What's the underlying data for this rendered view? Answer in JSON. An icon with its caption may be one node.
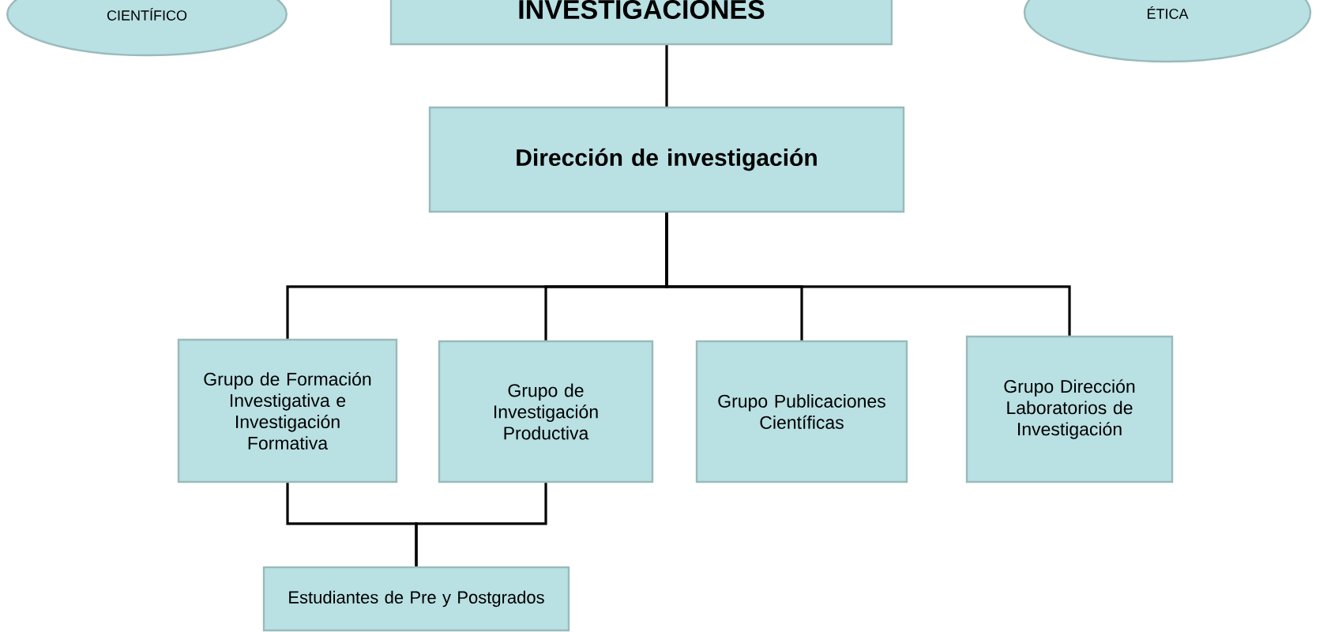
{
  "diagram": {
    "nodes": [
      {
        "text": [
          "CIENTÍFICO"
        ]
      },
      {
        "text": [
          "INVESTIGACIONES"
        ]
      },
      {
        "text": [
          "ÉTICA"
        ]
      },
      {
        "text": [
          "Dirección de investigación"
        ]
      },
      {
        "text": [
          "Grupo de Formación Investigativa e Investigación Formativa"
        ]
      },
      {
        "text": [
          "Grupo de Investigación Productiva"
        ]
      },
      {
        "text": [
          "Grupo Publicaciones Científicas"
        ]
      },
      {
        "text": [
          "Grupo Dirección Laboratorios de Investigación"
        ]
      },
      {
        "text": [
          "Estudiantes de Pre y Postgrados"
        ]
      }
    ],
    "edges": [
      {
        "from": 1,
        "to": 3,
        "arrow": "none"
      },
      {
        "from": 3,
        "to": 4,
        "arrow": "none"
      },
      {
        "from": 3,
        "to": 5,
        "arrow": "none"
      },
      {
        "from": 3,
        "to": 6,
        "arrow": "none"
      },
      {
        "from": 3,
        "to": 7,
        "arrow": "none"
      },
      {
        "from": 4,
        "to": 8,
        "arrow": "none"
      },
      {
        "from": 5,
        "to": 8,
        "arrow": "none"
      }
    ]
  }
}
